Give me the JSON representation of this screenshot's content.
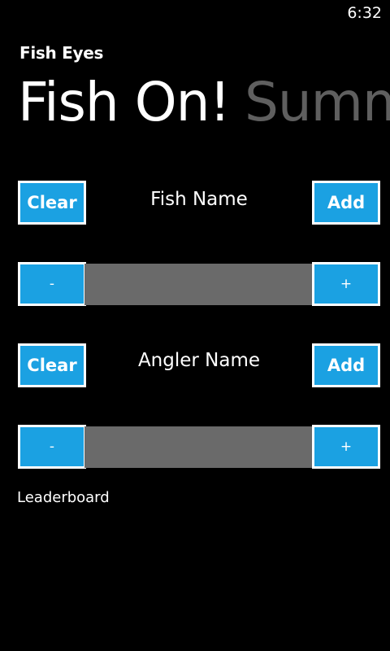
{
  "status_bar": {
    "time": "6:32"
  },
  "app": {
    "title": "Fish Eyes"
  },
  "pivot": {
    "items": [
      {
        "label": "Fish On!",
        "active": true
      },
      {
        "label": "Summ",
        "active": false
      }
    ]
  },
  "fish": {
    "label": "Fish Name",
    "clear_label": "Clear",
    "add_label": "Add",
    "decrement_label": "-",
    "increment_label": "+"
  },
  "angler": {
    "label": "Angler Name",
    "clear_label": "Clear",
    "add_label": "Add",
    "decrement_label": "-",
    "increment_label": "+"
  },
  "leaderboard": {
    "label": "Leaderboard"
  },
  "colors": {
    "accent": "#1ba1e2",
    "track": "#6a6a6a",
    "background": "#000000",
    "inactive_pivot": "#5f5f5f"
  }
}
